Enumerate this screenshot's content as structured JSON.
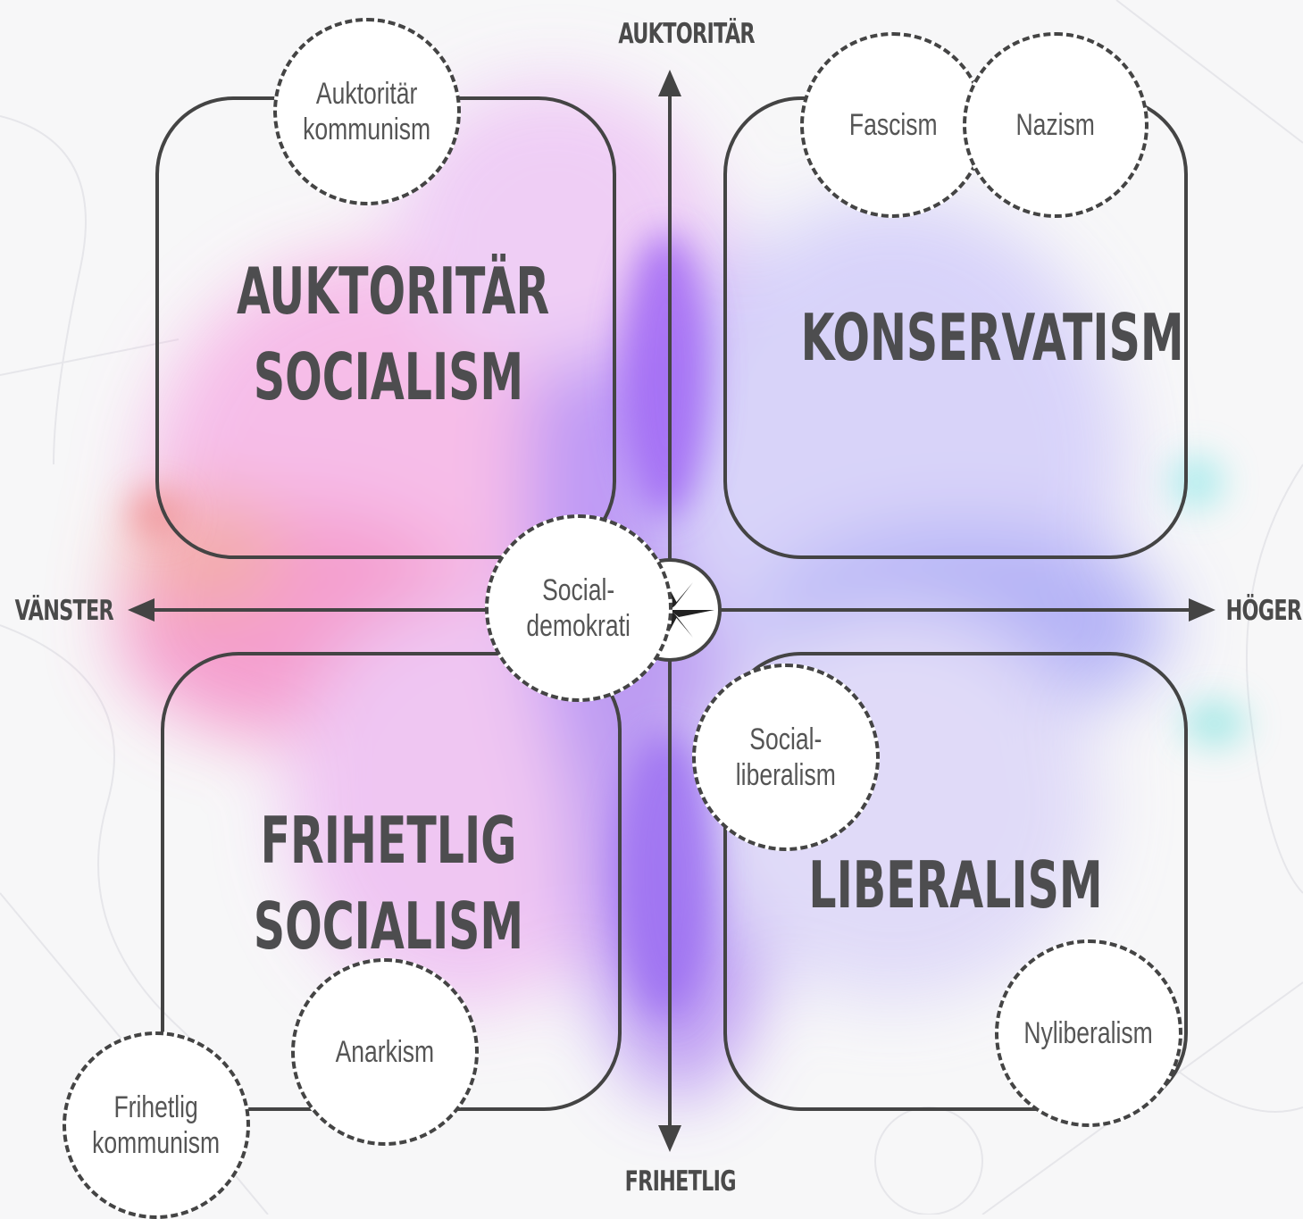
{
  "axes": {
    "top": "AUKTORITÄR",
    "bottom": "FRIHETLIG",
    "left": "VÄNSTER",
    "right": "HÖGER"
  },
  "quadrants": {
    "top_left": [
      "AUKTORITÄR",
      "SOCIALISM"
    ],
    "top_right": [
      "KONSERVATISM"
    ],
    "bottom_left": [
      "FRIHETLIG",
      "SOCIALISM"
    ],
    "bottom_right": [
      "LIBERALISM"
    ]
  },
  "ideologies": {
    "auktoritar_kommunism": "Auktoritär\nkommunism",
    "fascism": "Fascism",
    "nazism": "Nazism",
    "socialdemokrati": "Social-\ndemokrati",
    "socialliberalism": "Social-\nliberalism",
    "nyliberalism": "Nyliberalism",
    "anarkism": "Anarkism",
    "frihetlig_kommunism": "Frihetlig\nkommunism"
  },
  "colors": {
    "outline": "#444444",
    "left_splash": "#f06fd0",
    "center_splash": "#9b5cf2",
    "right_splash": "#8f8ff5",
    "accent_red": "#f07a7a",
    "accent_cyan": "#6fe0e0"
  }
}
